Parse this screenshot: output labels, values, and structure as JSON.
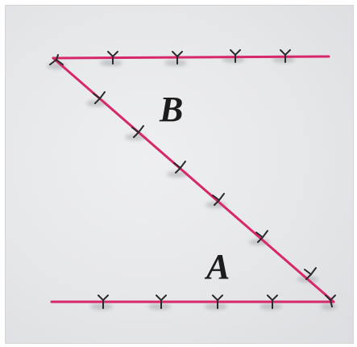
{
  "diagram": {
    "labels": {
      "top": "B",
      "bottom": "A"
    },
    "colors": {
      "string": "#d6286a",
      "pin": "#2a2a2a",
      "paper": "#e8e9eb",
      "label": "#1c1c1c"
    },
    "description_items": [
      "top-string",
      "diagonal-string",
      "bottom-string"
    ]
  }
}
